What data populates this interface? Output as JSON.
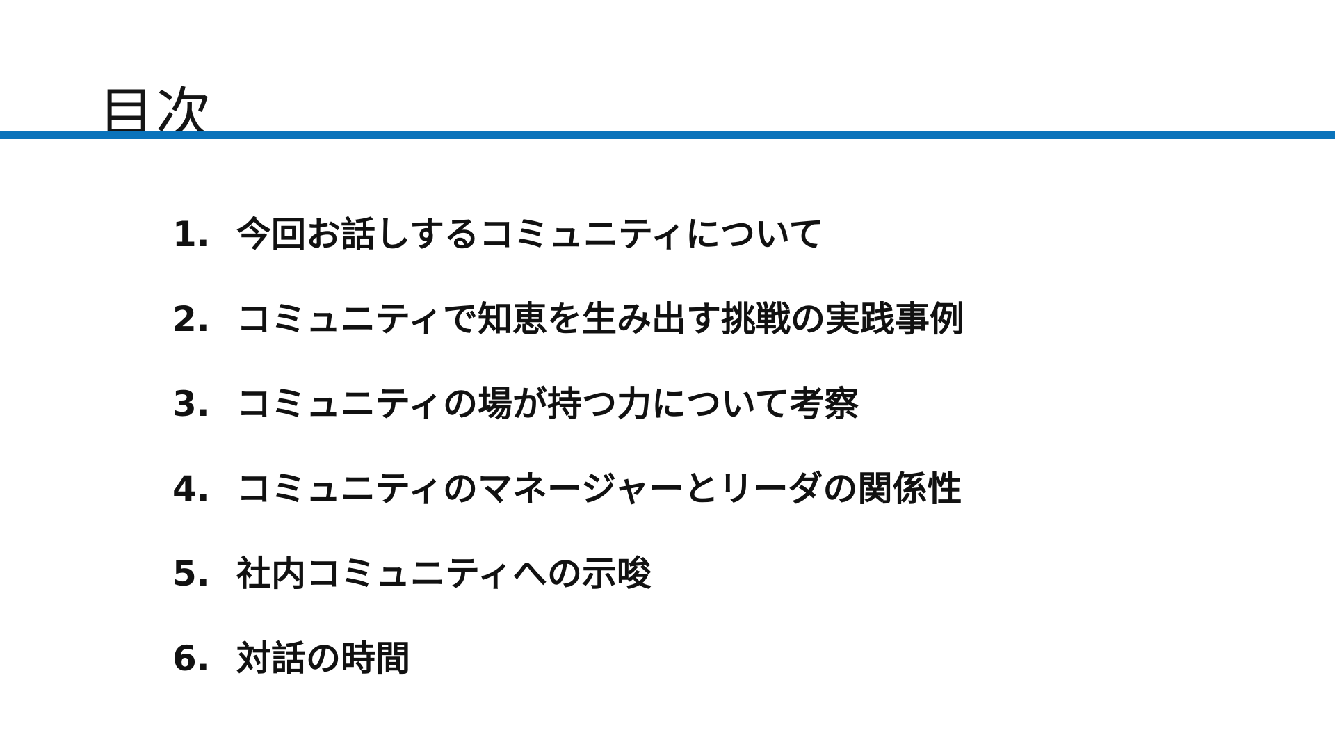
{
  "slide": {
    "title": "目次",
    "accent_color": "#0a73bb",
    "toc": [
      {
        "number": "1.",
        "text": "今回お話しするコミュニティについて"
      },
      {
        "number": "2.",
        "text": "コミュニティで知恵を生み出す挑戦の実践事例"
      },
      {
        "number": "3.",
        "text": "コミュニティの場が持つ力について考察"
      },
      {
        "number": "4.",
        "text": "コミュニティのマネージャーとリーダの関係性"
      },
      {
        "number": "5.",
        "text": "社内コミュニティへの示唆"
      },
      {
        "number": "6.",
        "text": "対話の時間"
      }
    ]
  }
}
